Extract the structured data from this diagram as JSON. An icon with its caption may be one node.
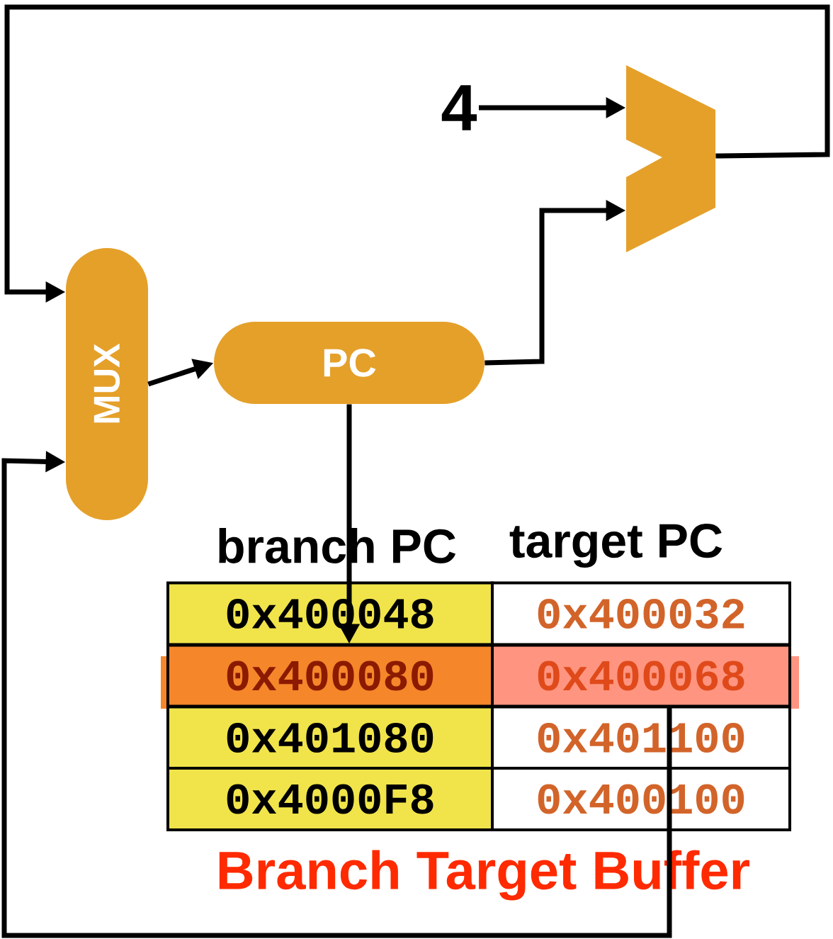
{
  "diagram": {
    "nodes": [
      {
        "text": [],
        "shape": "trapezoid"
      },
      {
        "text": [
          "4"
        ]
      },
      {
        "text": [
          "MUX"
        ]
      },
      {
        "text": [
          "PC"
        ]
      },
      {
        "text": [
          "0x400080"
        ]
      },
      {
        "text": [
          "0x400068"
        ]
      }
    ],
    "edges": [
      {
        "from": 1,
        "to": 0,
        "arrow": "to"
      },
      {
        "from": 3,
        "to": 0,
        "arrow": "to"
      },
      {
        "from": 0,
        "to": 2,
        "arrow": "to"
      },
      {
        "from": 2,
        "to": 3,
        "arrow": "to"
      },
      {
        "from": 3,
        "to": 4,
        "arrow": "to"
      },
      {
        "from": 5,
        "to": 2,
        "arrow": "to"
      }
    ],
    "labels": [
      "branch PC",
      "target PC",
      "0x400048",
      "0x400032",
      "0x401080",
      "0x401100",
      "0x4000F8",
      "0x400100",
      "Branch Target Buffer"
    ]
  }
}
